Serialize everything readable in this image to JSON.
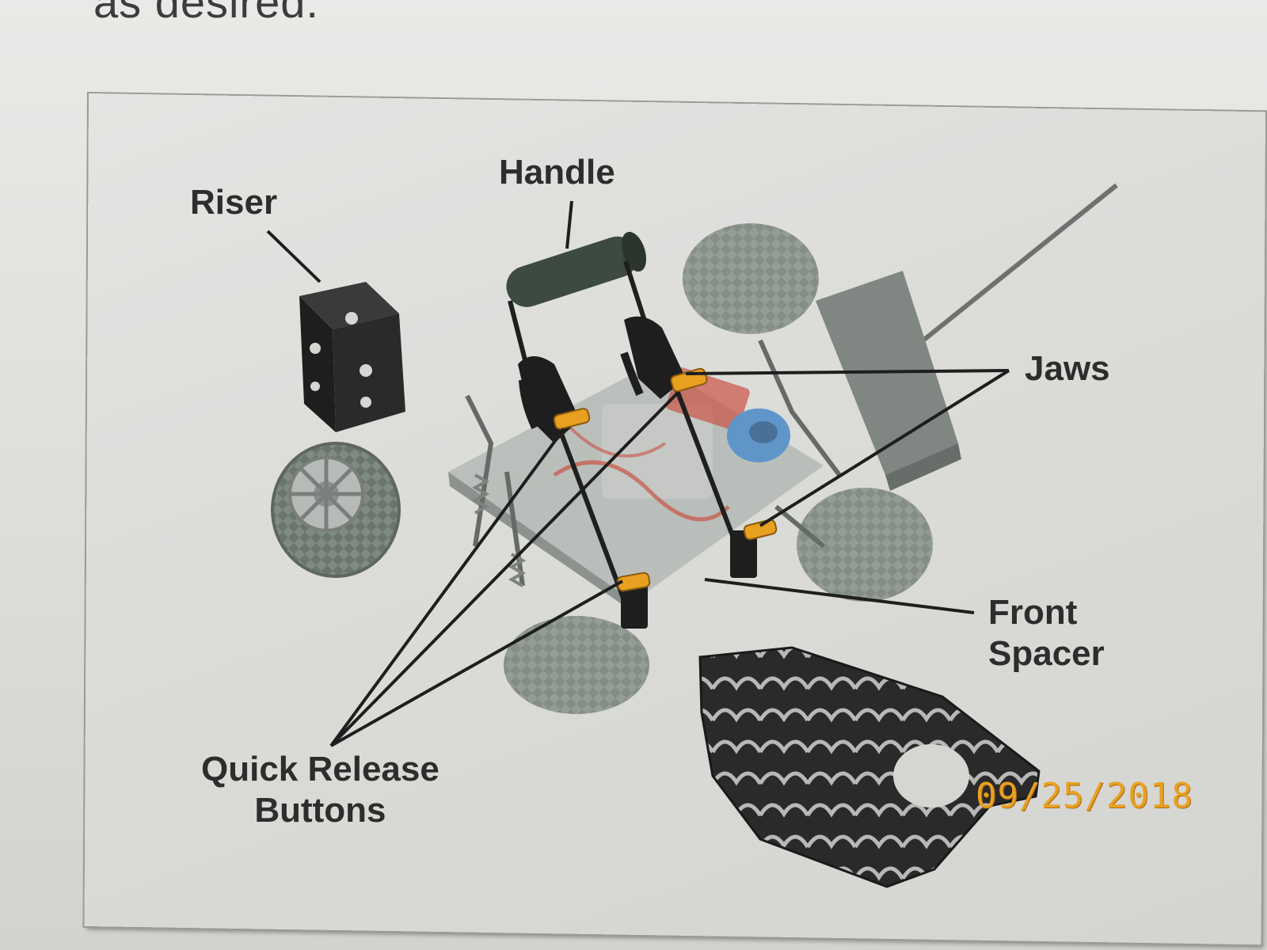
{
  "header_text": "as desired.",
  "labels": {
    "riser": "Riser",
    "handle": "Handle",
    "jaws": "Jaws",
    "front_spacer_line1": "Front",
    "front_spacer_line2": "Spacer",
    "quick_release_line1": "Quick Release",
    "quick_release_line2": "Buttons"
  },
  "date_stamp": "09/25/2018",
  "colors": {
    "label_text": "#2d2d2d",
    "leader_line": "#1e1e1e",
    "accent_yellow": "#e8a020",
    "blue_part": "#4a88c8",
    "red_wire": "#c83a2a"
  }
}
